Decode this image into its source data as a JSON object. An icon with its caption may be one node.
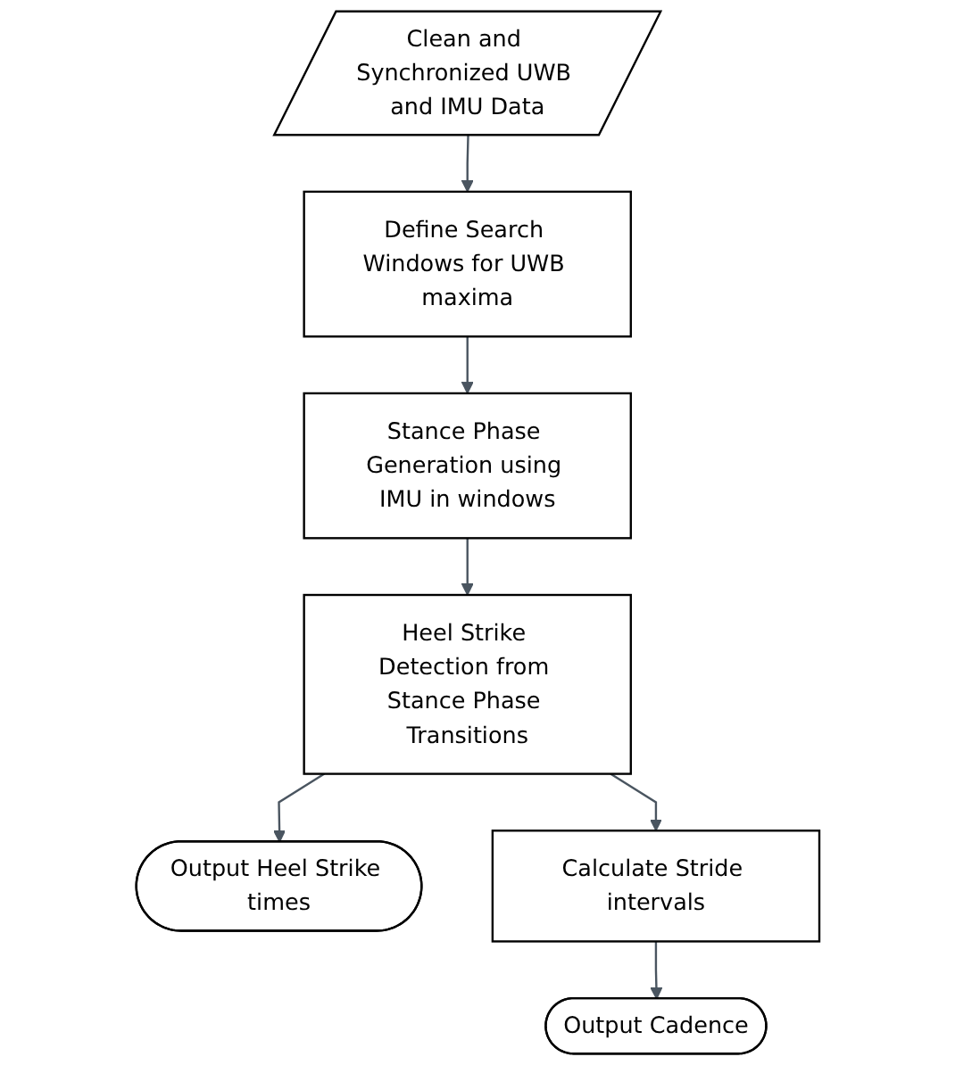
{
  "diagram": {
    "nodes": [
      {
        "text": [
          "Clean and Synchronized UWB and IMU Data"
        ]
      },
      {
        "text": [
          "Define Search Windows for UWB maxima"
        ]
      },
      {
        "text": [
          "Stance Phase Generation using IMU in windows"
        ]
      },
      {
        "text": [
          "Heel Strike Detection from Stance Phase Transitions"
        ]
      },
      {
        "text": [
          "Output Heel Strike times"
        ]
      },
      {
        "text": [
          "Calculate Stride intervals"
        ]
      },
      {
        "text": [
          "Output Cadence"
        ]
      }
    ],
    "edges": [
      {
        "from": 0,
        "to": 1,
        "arrow": "to"
      },
      {
        "from": 1,
        "to": 2,
        "arrow": "to"
      },
      {
        "from": 2,
        "to": 3,
        "arrow": "to"
      },
      {
        "from": 3,
        "to": 4,
        "arrow": "to"
      },
      {
        "from": 3,
        "to": 5,
        "arrow": "to"
      },
      {
        "from": 5,
        "to": 6,
        "arrow": "to"
      }
    ]
  }
}
